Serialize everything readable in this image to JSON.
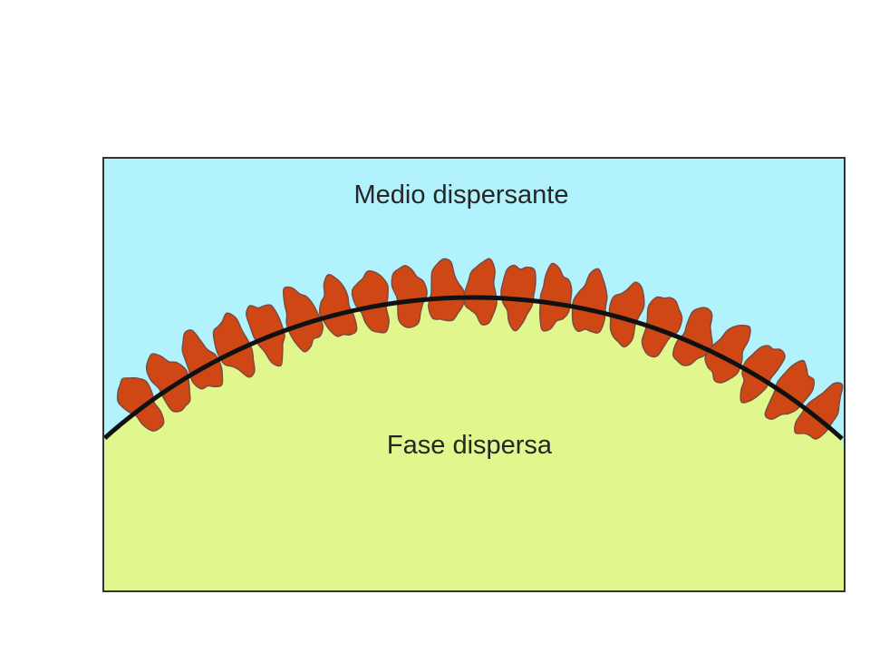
{
  "labels": {
    "medium": "Medio dispersante",
    "phase": "Fase dispersa"
  },
  "colors": {
    "medium": "#b2f2fc",
    "phase": "#e2f68e",
    "particle": "#cf4715",
    "particle_outline": "#7a4b40",
    "interface": "#111111",
    "frame": "#333333",
    "background": "#ffffff"
  },
  "particle_count": 21
}
